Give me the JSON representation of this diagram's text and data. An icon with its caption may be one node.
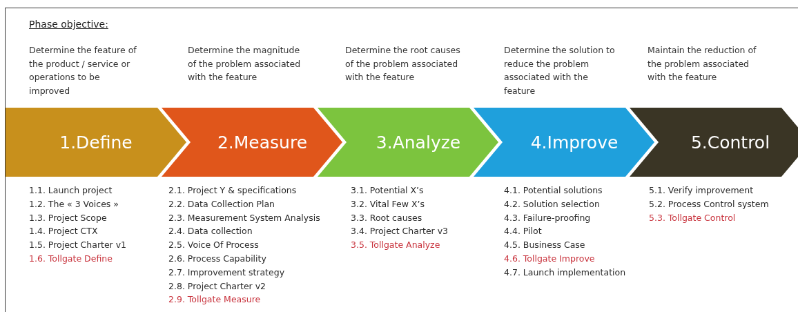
{
  "diagram": {
    "title": "Phase objective:",
    "nodes": [
      {
        "text": [
          "1.Define"
        ],
        "beside": [
          "Determine the feature of the product / service or operations to be improved",
          "1.1. Launch project",
          "1.2. The « 3 Voices »",
          "1.3. Project Scope",
          "1.4. Project CTX",
          "1.5. Project Charter v1",
          "1.6. Tollgate Define"
        ]
      },
      {
        "text": [
          "2.Measure"
        ],
        "beside": [
          "Determine the magnitude of the problem associated with the feature",
          "2.1. Project Y & specifications",
          "2.2. Data Collection Plan",
          "2.3. Measurement System Analysis",
          "2.4. Data collection",
          "2.5. Voice Of Process",
          "2.6. Process Capability",
          "2.7. Improvement strategy",
          "2.8. Project Charter v2",
          "2.9. Tollgate Measure"
        ]
      },
      {
        "text": [
          "3.Analyze"
        ],
        "beside": [
          "Determine the root causes of the problem associated with the feature",
          "3.1. Potential X’s",
          "3.2. Vital Few X’s",
          "3.3. Root causes",
          "3.4. Project Charter v3",
          "3.5. Tollgate Analyze"
        ]
      },
      {
        "text": [
          "4.Improve"
        ],
        "beside": [
          "Determine the solution to reduce the problem associated with the feature",
          "4.1. Potential solutions",
          "4.2. Solution selection",
          "4.3. Failure-proofing",
          "4.4. Pilot",
          "4.5. Business Case",
          "4.6. Tollgate Improve",
          "4.7. Launch implementation"
        ]
      },
      {
        "text": [
          "5.Control"
        ],
        "beside": [
          "Maintain the reduction of the problem associated with the feature",
          "5.1. Verify improvement",
          "5.2. Process Control system",
          "5.3. Tollgate Control"
        ]
      }
    ]
  }
}
